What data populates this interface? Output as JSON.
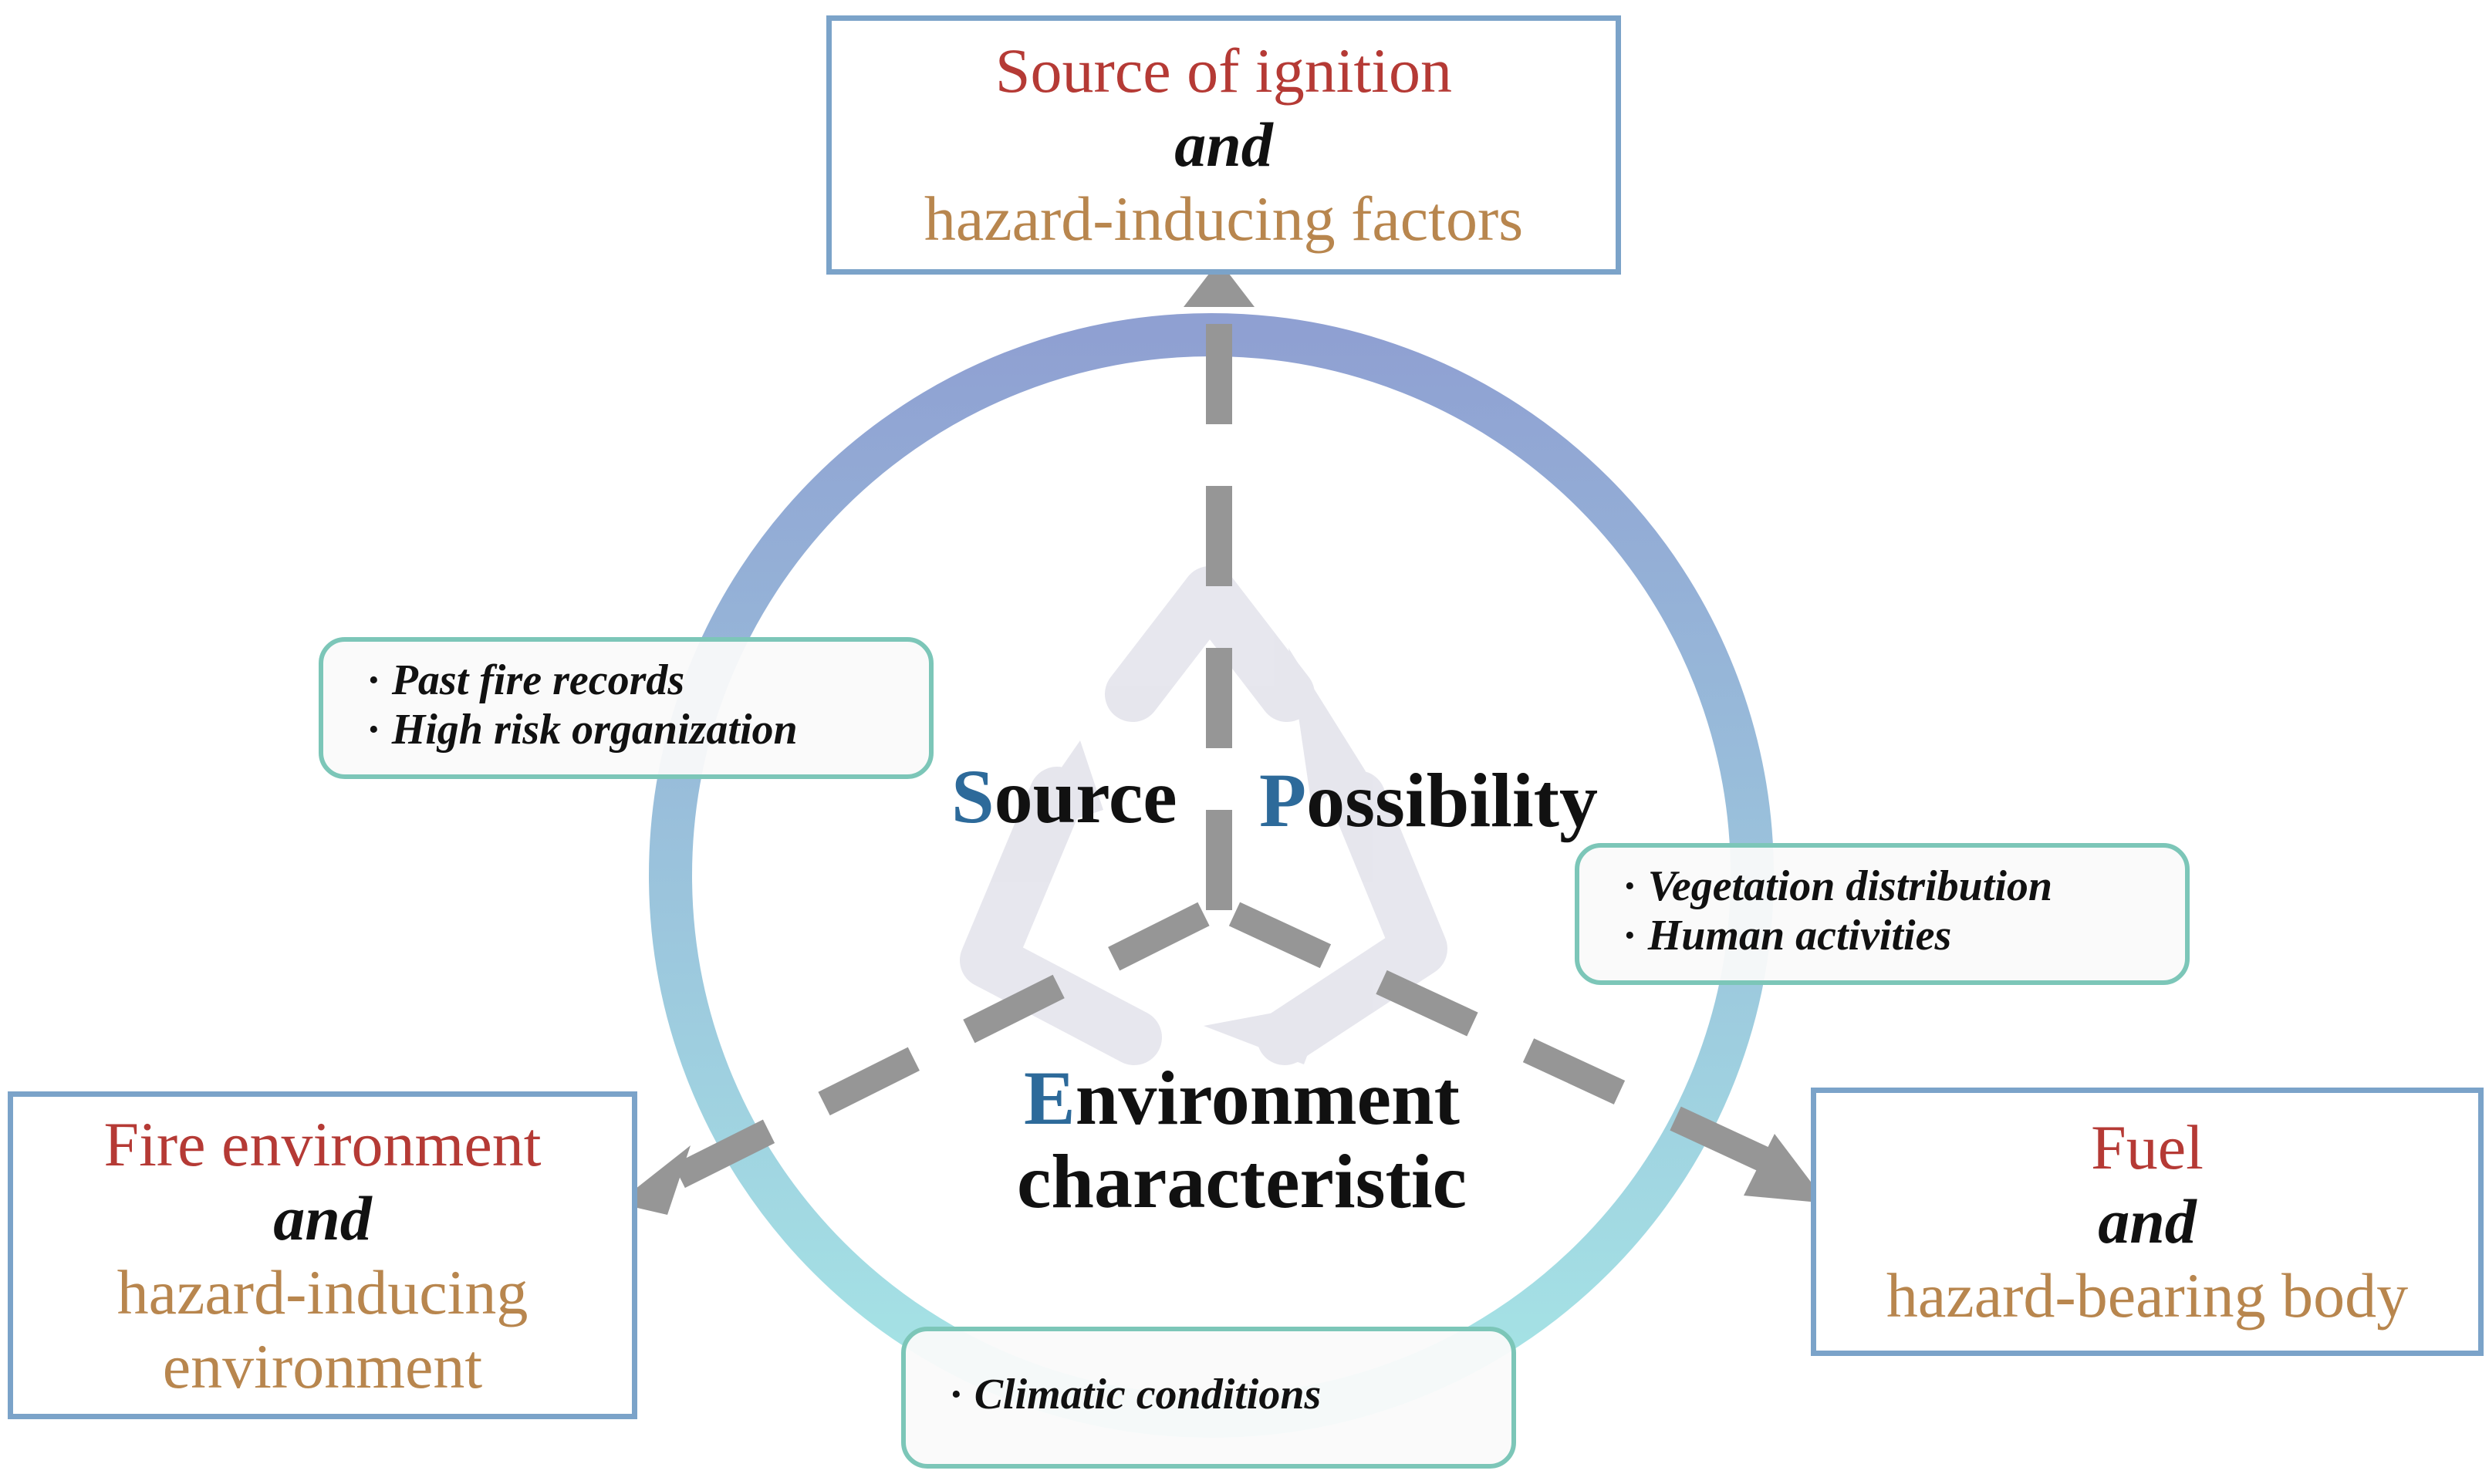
{
  "top_box": {
    "line1": "Source of ignition",
    "line2": "and",
    "line3": "hazard-inducing factors"
  },
  "left_box": {
    "line1": "Fire environment",
    "line2": "and",
    "line3": "hazard-inducing",
    "line4": "environment"
  },
  "right_box": {
    "line1": "Fuel",
    "line2": "and",
    "line3": "hazard-bearing body"
  },
  "center": {
    "source": {
      "initial": "S",
      "rest": "ource"
    },
    "possibility": {
      "initial": "P",
      "rest": "ossibility"
    },
    "environment": {
      "initial": "E",
      "rest": "nvironment",
      "line2": "characteristic"
    }
  },
  "notes": {
    "upper_left": [
      "Past fire records",
      "High risk organization"
    ],
    "right": [
      "Vegetation distribution",
      "Human activities"
    ],
    "bottom": [
      "Climatic conditions"
    ]
  },
  "colors": {
    "box_border": "#7ba3c9",
    "note_border": "#7cc6b8",
    "ring_top": "#8fa0d2",
    "ring_bottom": "#a6e6e6",
    "arrow": "#969696",
    "title_red": "#b53a35",
    "title_tan": "#b8864e",
    "initial_blue": "#2d6a9a"
  },
  "icons": [
    "recycle-cycle-icon",
    "arrow-up-icon",
    "arrow-down-left-icon",
    "arrow-down-right-icon"
  ]
}
